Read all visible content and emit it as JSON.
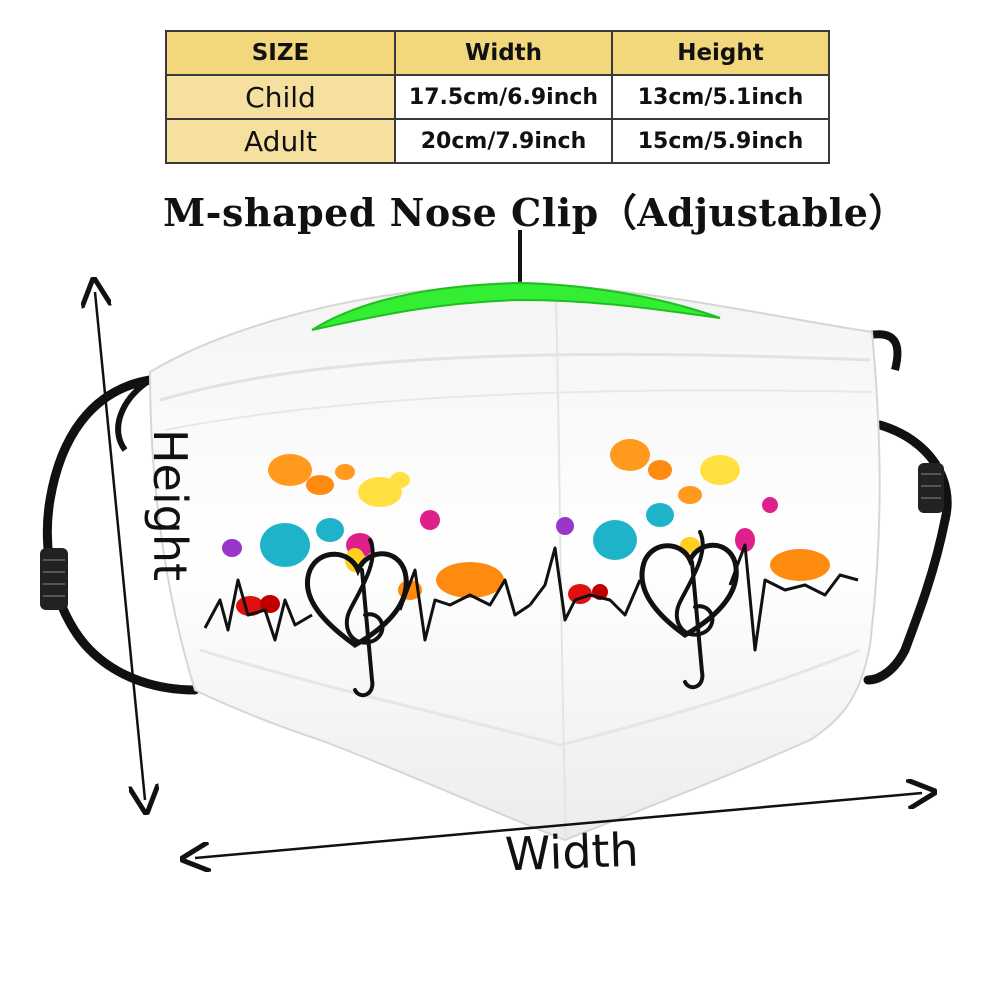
{
  "size_table": {
    "headers": [
      "SIZE",
      "Width",
      "Height"
    ],
    "rows": [
      {
        "size": "Child",
        "width": "17.5cm/6.9inch",
        "height": "13cm/5.1inch"
      },
      {
        "size": "Adult",
        "width": "20cm/7.9inch",
        "height": "15cm/5.9inch"
      }
    ]
  },
  "nose_clip_label": "M-shaped Nose Clip（Adjustable）",
  "dimension_labels": {
    "height": "Height",
    "width": "Width"
  },
  "colors": {
    "table_header_bg": "#f2d77c",
    "table_size_col_bg": "#f5e0a0",
    "nose_clip": "#33ee33",
    "mask_body": "#ffffff",
    "ear_loop": "#111111"
  },
  "icons": [
    "heart-treble-clef-icon",
    "heartbeat-line-icon",
    "paint-splatter-icon",
    "dimension-arrow-icon"
  ]
}
